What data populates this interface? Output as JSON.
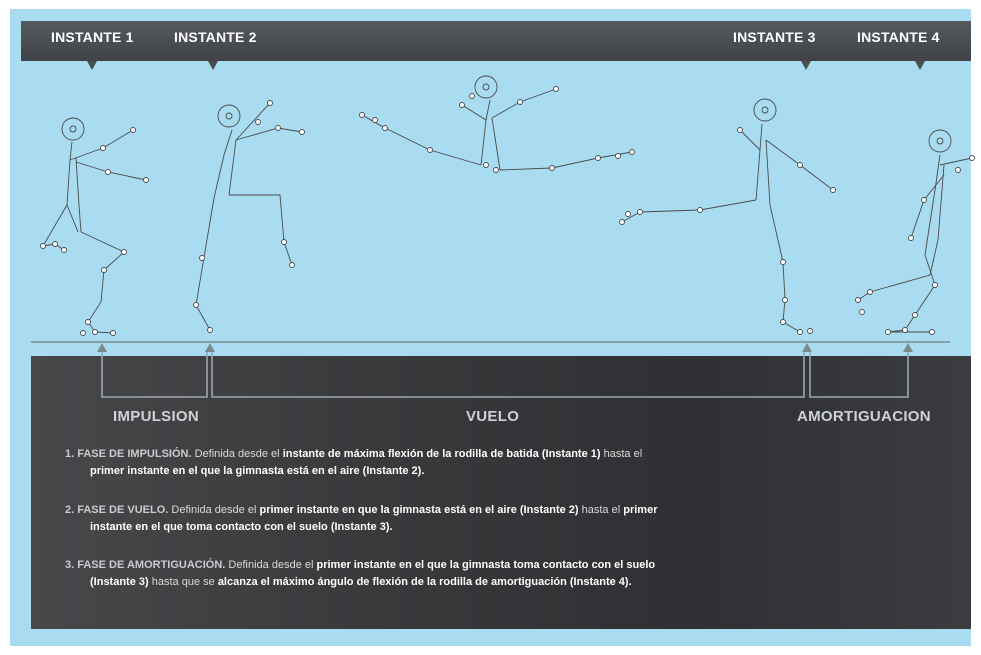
{
  "instants": [
    {
      "label": "INSTANTE 1"
    },
    {
      "label": "INSTANTE 2"
    },
    {
      "label": "INSTANTE 3"
    },
    {
      "label": "INSTANTE 4"
    }
  ],
  "phases": {
    "impulsion": "IMPULSION",
    "vuelo": "VUELO",
    "amortiguacion": "AMORTIGUACION"
  },
  "descriptions": [
    {
      "number": "1.",
      "title": "FASE DE IMPULSIÓN.",
      "t1": "Definida desde el",
      "b1": "instante de máxima flexión de la rodilla de batida (Instante 1)",
      "t2": "hasta el",
      "b2": "primer instante en el que la gimnasta está en el aire (Instante 2)."
    },
    {
      "number": "2.",
      "title": "FASE DE VUELO.",
      "t1": "Definida desde el",
      "b1": "primer instante en que la gimnasta está en el aire (Instante 2)",
      "t2": "hasta el",
      "b2a": "primer",
      "b2": "instante en el que toma contacto con el suelo (Instante 3)."
    },
    {
      "number": "3.",
      "title": "FASE DE AMORTIGUACIÓN.",
      "t1": "Definida desde el",
      "b1": "primer instante en el que la gimnasta toma contacto con el suelo",
      "b2a": "(Instante 3)",
      "t2": "hasta que se",
      "b2": "alcanza el máximo ángulo de flexión de la rodilla de amortiguación (Instante 4)."
    }
  ],
  "colors": {
    "sky": "#a9dcf1",
    "dark_panel": "#3a3a3d",
    "figure_stroke": "#4a4a4a"
  }
}
